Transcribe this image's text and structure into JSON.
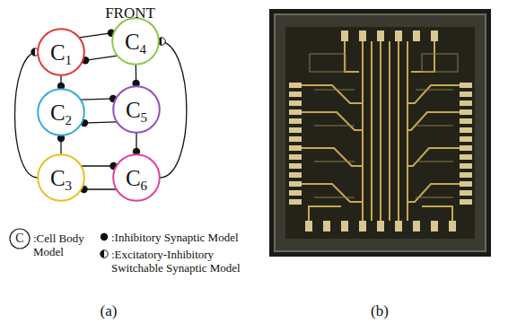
{
  "diagram": {
    "nodes": [
      {
        "text": [
          "C1"
        ]
      },
      {
        "text": [
          "C4"
        ]
      },
      {
        "text": [
          "C2"
        ]
      },
      {
        "text": [
          "C5"
        ]
      },
      {
        "text": [
          "C3"
        ]
      },
      {
        "text": [
          "C6"
        ]
      }
    ],
    "edges": [
      {
        "from": 0,
        "to": 1,
        "arrow": "to"
      },
      {
        "from": 1,
        "to": 0,
        "arrow": "to"
      },
      {
        "from": 0,
        "to": 2,
        "arrow": "to"
      },
      {
        "from": 1,
        "to": 3,
        "arrow": "to"
      },
      {
        "from": 2,
        "to": 3,
        "arrow": "to"
      },
      {
        "from": 3,
        "to": 2,
        "arrow": "to"
      },
      {
        "from": 4,
        "to": 2,
        "arrow": "to"
      },
      {
        "from": 3,
        "to": 5,
        "arrow": "to"
      },
      {
        "from": 4,
        "to": 5,
        "arrow": "to"
      },
      {
        "from": 5,
        "to": 4,
        "arrow": "to"
      },
      {
        "from": 4,
        "to": 0,
        "arrow": "to"
      },
      {
        "from": 5,
        "to": 1,
        "arrow": "to"
      }
    ],
    "labels": [
      "FRONT",
      "C",
      "(a)",
      "(b)"
    ],
    "legend": [
      {
        "text": ":Cell Body Model"
      },
      {
        "text": ":Inhibitory Synaptic Model"
      },
      {
        "text": ":Excitatory-Inhibitory Switchable Synaptic Model"
      }
    ]
  }
}
